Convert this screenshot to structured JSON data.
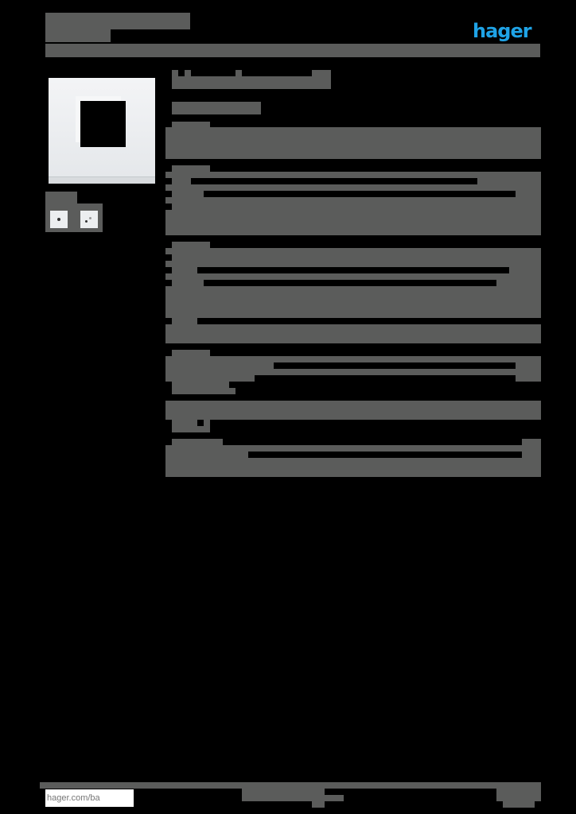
{
  "header": {
    "title": "",
    "subtitle": "",
    "logo": "hager",
    "brand_color": "#1fa3e6"
  },
  "product": {
    "image_alt": "product-frame-photo",
    "variants_label": "",
    "name": "",
    "reference": ""
  },
  "sections": [
    {
      "heading": "",
      "rows": []
    },
    {
      "heading": "",
      "rows": []
    },
    {
      "heading": "",
      "rows": []
    },
    {
      "heading": "",
      "rows": []
    },
    {
      "heading": "",
      "rows": []
    }
  ],
  "footer": {
    "website": "hager.com/ba",
    "center_text": "",
    "page_info": ""
  },
  "colors": {
    "redaction_gray": "#5b5c5b",
    "background": "#000000"
  }
}
